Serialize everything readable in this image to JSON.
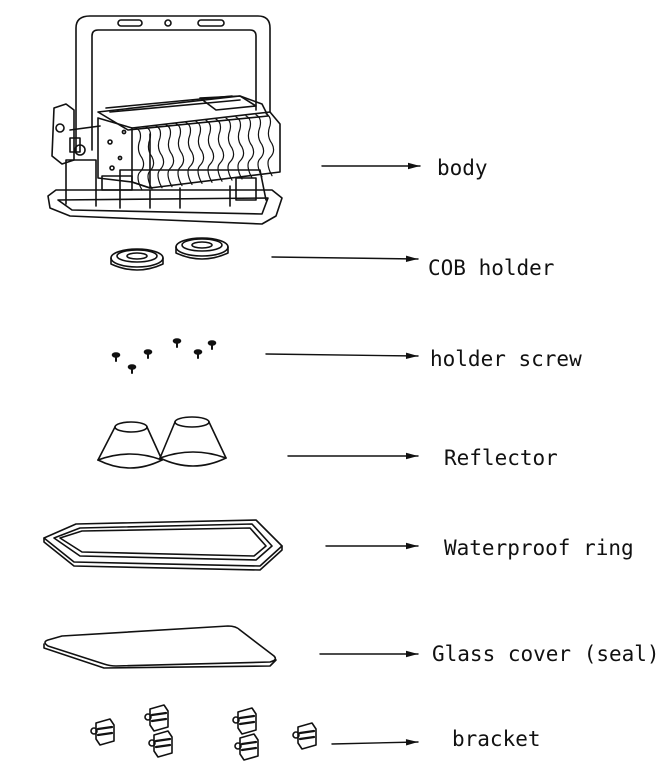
{
  "parts": [
    {
      "id": "body",
      "label": "body"
    },
    {
      "id": "cob-holder",
      "label": "COB holder"
    },
    {
      "id": "holder-screw",
      "label": "holder screw"
    },
    {
      "id": "reflector",
      "label": "Reflector"
    },
    {
      "id": "waterproof-ring",
      "label": "Waterproof ring"
    },
    {
      "id": "glass-cover",
      "label": "Glass cover (seal)"
    },
    {
      "id": "bracket",
      "label": "bracket"
    }
  ],
  "colors": {
    "line": "#111111",
    "background": "#ffffff"
  }
}
